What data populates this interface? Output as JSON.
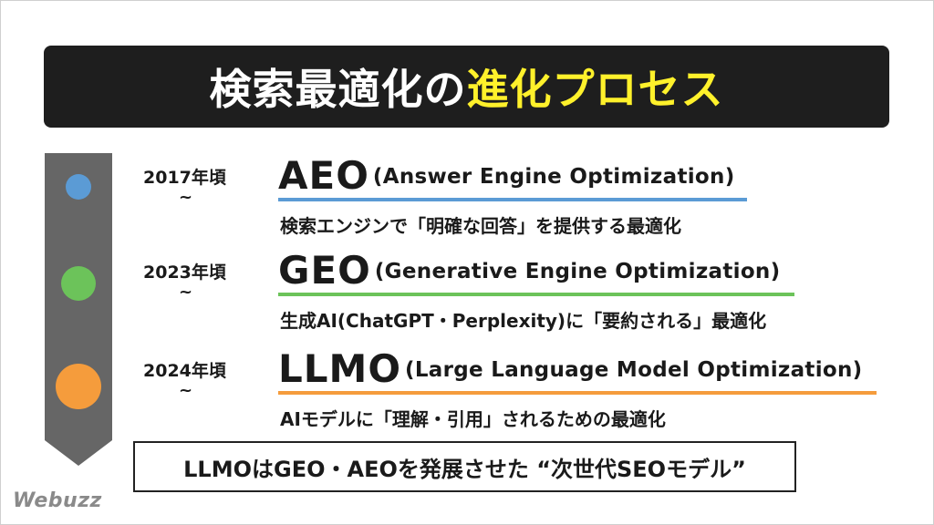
{
  "title": {
    "main": "検索最適化の",
    "highlight": "進化プロセス"
  },
  "colors": {
    "aeo": "#5b9bd5",
    "geo": "#6cc35a",
    "llmo": "#f59c3c",
    "title_highlight": "#fff12b",
    "timeline": "#666666"
  },
  "eras": [
    {
      "year": "2017年頃",
      "tilde": "~",
      "abbr": "AEO",
      "full": "(Answer Engine Optimization)",
      "desc": "検索エンジンで「明確な回答」を提供する最適化"
    },
    {
      "year": "2023年頃",
      "tilde": "~",
      "abbr": "GEO",
      "full": "(Generative Engine Optimization)",
      "desc": "生成AI(ChatGPT・Perplexity)に「要約される」最適化"
    },
    {
      "year": "2024年頃",
      "tilde": "~",
      "abbr": "LLMO",
      "full": "(Large Language Model Optimization)",
      "desc": "AIモデルに「理解・引用」されるための最適化"
    }
  ],
  "summary": "LLMOはGEO・AEOを発展させた “次世代SEOモデル”",
  "logo": "Webuzz"
}
